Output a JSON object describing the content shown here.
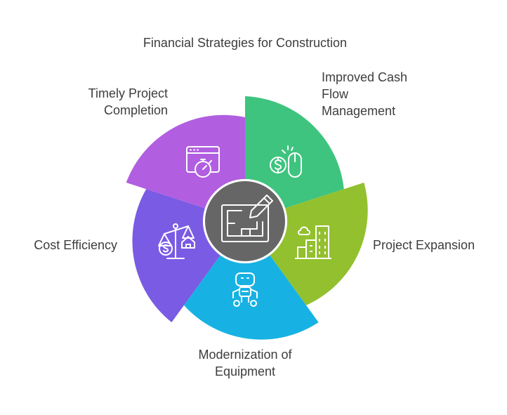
{
  "title": "Financial Strategies for Construction",
  "center": {
    "icon": "blueprint-pencil-icon",
    "color": "#666666"
  },
  "segments": [
    {
      "id": "cash-flow",
      "label_lines": [
        "Improved Cash",
        "Flow",
        "Management"
      ],
      "color": "#3ec47f",
      "icon": "money-mouse-icon"
    },
    {
      "id": "expansion",
      "label_lines": [
        "Project Expansion"
      ],
      "color": "#93c02e",
      "icon": "city-buildings-icon"
    },
    {
      "id": "equipment",
      "label_lines": [
        "Modernization of",
        "Equipment"
      ],
      "color": "#17b2e3",
      "icon": "robot-icon"
    },
    {
      "id": "cost",
      "label_lines": [
        "Cost Efficiency"
      ],
      "color": "#7a5be3",
      "icon": "scales-money-home-icon"
    },
    {
      "id": "timely",
      "label_lines": [
        "Timely Project",
        "Completion"
      ],
      "color": "#b15ee0",
      "icon": "browser-stopwatch-icon"
    }
  ]
}
